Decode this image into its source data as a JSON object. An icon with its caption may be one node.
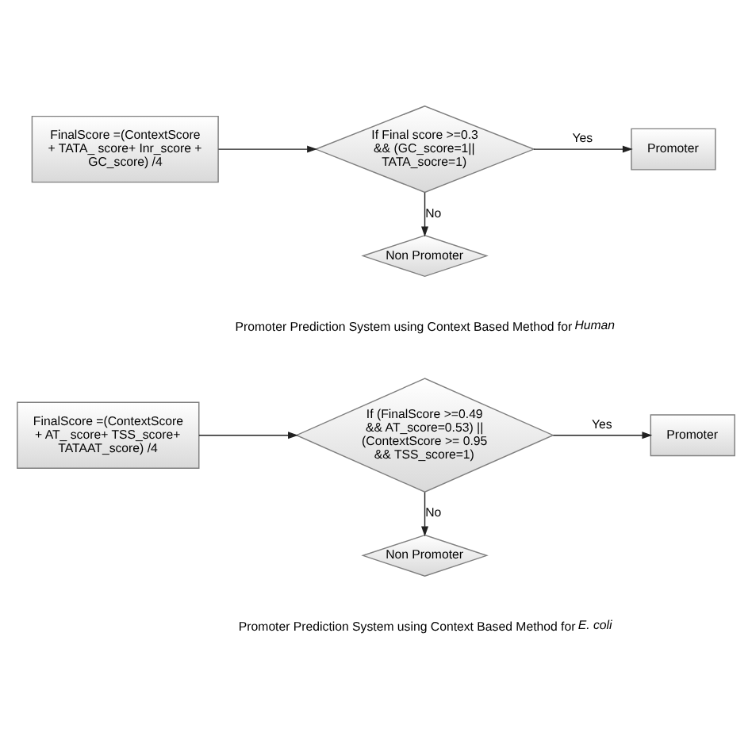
{
  "diagram": {
    "nodes": [
      {
        "text": [
          "FinalScore =(ContextScore + TATA_ score+ Inr_score + GC_score) /4"
        ]
      },
      {
        "text": [
          "If Final score >=0.3 && (GC_score=1|| TATA_socre=1)"
        ]
      },
      {
        "text": [
          "Promoter"
        ]
      },
      {
        "text": [
          "Non Promoter"
        ]
      },
      {
        "text": [
          "FinalScore =(ContextScore + AT_ score+ TSS_score+ TATAAT_score) /4"
        ]
      },
      {
        "text": [
          "If (FinalScore >=0.49 && AT_score=0.53) || (ContextScore >= 0.95 && TSS_score=1)"
        ]
      },
      {
        "text": [
          "Promoter"
        ]
      },
      {
        "text": [
          "Non Promoter"
        ]
      }
    ],
    "edges": [
      {
        "from": 0,
        "to": 1,
        "arrow": "to"
      },
      {
        "from": 1,
        "to": 2,
        "arrow": "to",
        "label": "Yes"
      },
      {
        "from": 1,
        "to": 3,
        "arrow": "to",
        "label": "No"
      },
      {
        "from": 4,
        "to": 5,
        "arrow": "to"
      },
      {
        "from": 5,
        "to": 6,
        "arrow": "to",
        "label": "Yes"
      },
      {
        "from": 5,
        "to": 7,
        "arrow": "to",
        "label": "No"
      }
    ],
    "labels": [
      "Promoter Prediction System using Context Based Method for *Human*",
      "Promoter Prediction System using Context Based Method for *E. coli*"
    ]
  }
}
